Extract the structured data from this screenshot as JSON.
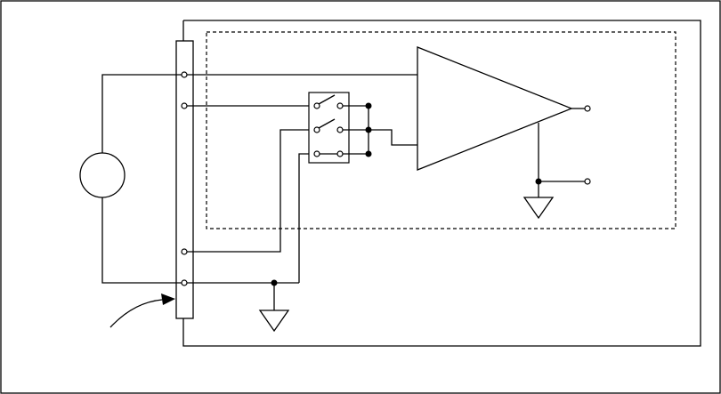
{
  "diagram": {
    "description_text": "",
    "colors": {
      "stroke": "#000000",
      "background": "#ffffff"
    },
    "components": [
      "outer-frame",
      "instrument-boundary",
      "connector-terminal-block",
      "signal-source",
      "relay-switch-bank",
      "amplifier",
      "amplifier-ground",
      "external-ground",
      "pointer-arrow"
    ]
  }
}
